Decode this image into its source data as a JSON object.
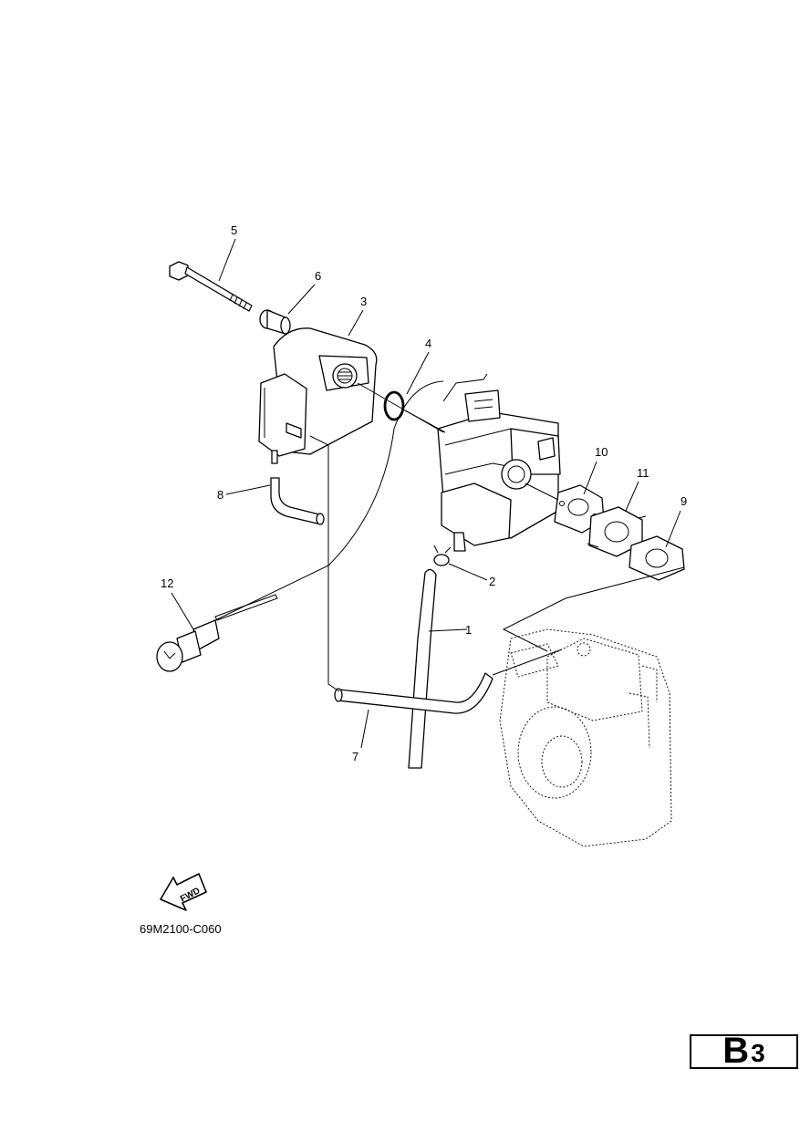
{
  "callouts": [
    "1",
    "2",
    "3",
    "4",
    "5",
    "6",
    "7",
    "8",
    "9",
    "10",
    "11",
    "12"
  ],
  "arrow_label": "FWD",
  "figure_code": "69M2100-C060",
  "page_tag": {
    "letter": "B",
    "number": "3"
  }
}
